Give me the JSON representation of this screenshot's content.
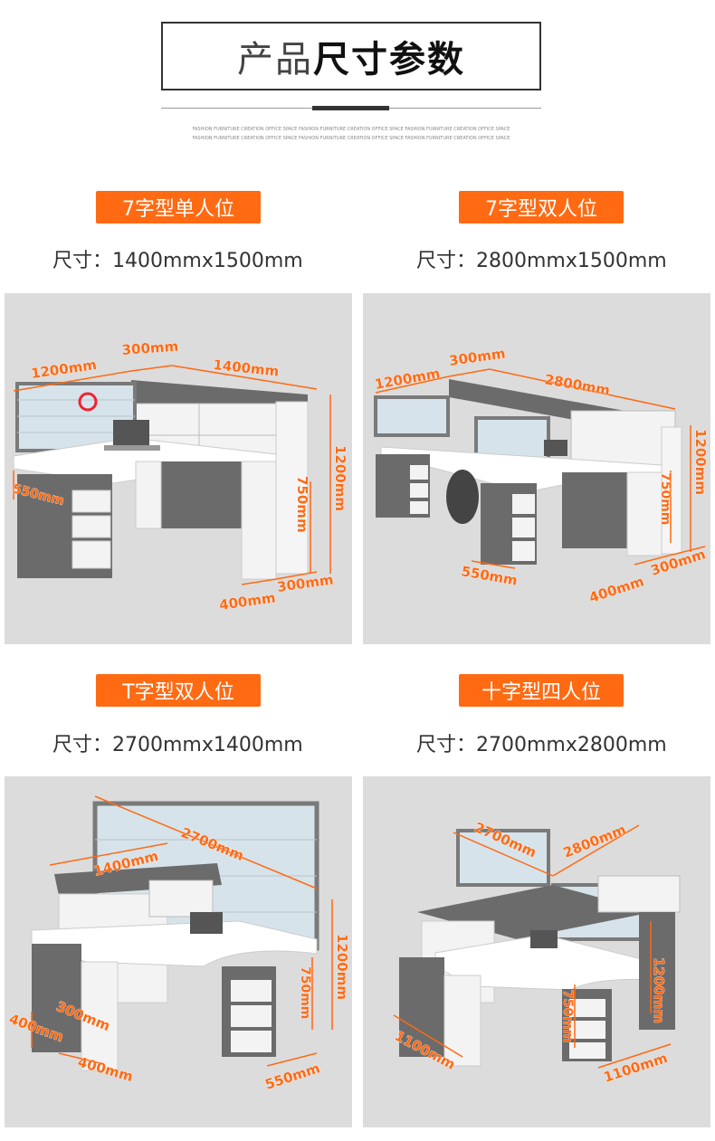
{
  "header": {
    "title_light": "产品",
    "title_bold": "尺寸参数",
    "tiny": "FASHION FURNITURE CREATION OFFICE SPACE FASHION FURNITURE CREATION OFFICE SPACE FASHION FURNITURE CREATION OFFICE SPACE"
  },
  "products": [
    {
      "name": "7字型单人位",
      "size": "尺寸：1400mmx1500mm",
      "dims": {
        "d1200": "1200mm",
        "d300": "300mm",
        "d1400": "1400mm",
        "d550": "550mm",
        "d750": "750mm",
        "d1200v": "1200mm",
        "d400": "400mm",
        "d300b": "300mm"
      }
    },
    {
      "name": "7字型双人位",
      "size": "尺寸：2800mmx1500mm",
      "dims": {
        "d1200": "1200mm",
        "d300": "300mm",
        "d2800": "2800mm",
        "d1200v": "1200mm",
        "d750": "750mm",
        "d550": "550mm",
        "d400": "400mm",
        "d300b": "300mm"
      }
    },
    {
      "name": "T字型双人位",
      "size": "尺寸：2700mmx1400mm",
      "dims": {
        "d2700": "2700mm",
        "d1400": "1400mm",
        "d1200v": "1200mm",
        "d750": "750mm",
        "d300": "300mm",
        "d400a": "400mm",
        "d400b": "400mm",
        "d550": "550mm"
      }
    },
    {
      "name": "十字型四人位",
      "size": "尺寸：2700mmx2800mm",
      "dims": {
        "d2700": "2700mm",
        "d2800": "2800mm",
        "d1200v": "1200mm",
        "d750": "750mm",
        "d1100a": "1100mm",
        "d1100b": "1100mm"
      }
    }
  ]
}
